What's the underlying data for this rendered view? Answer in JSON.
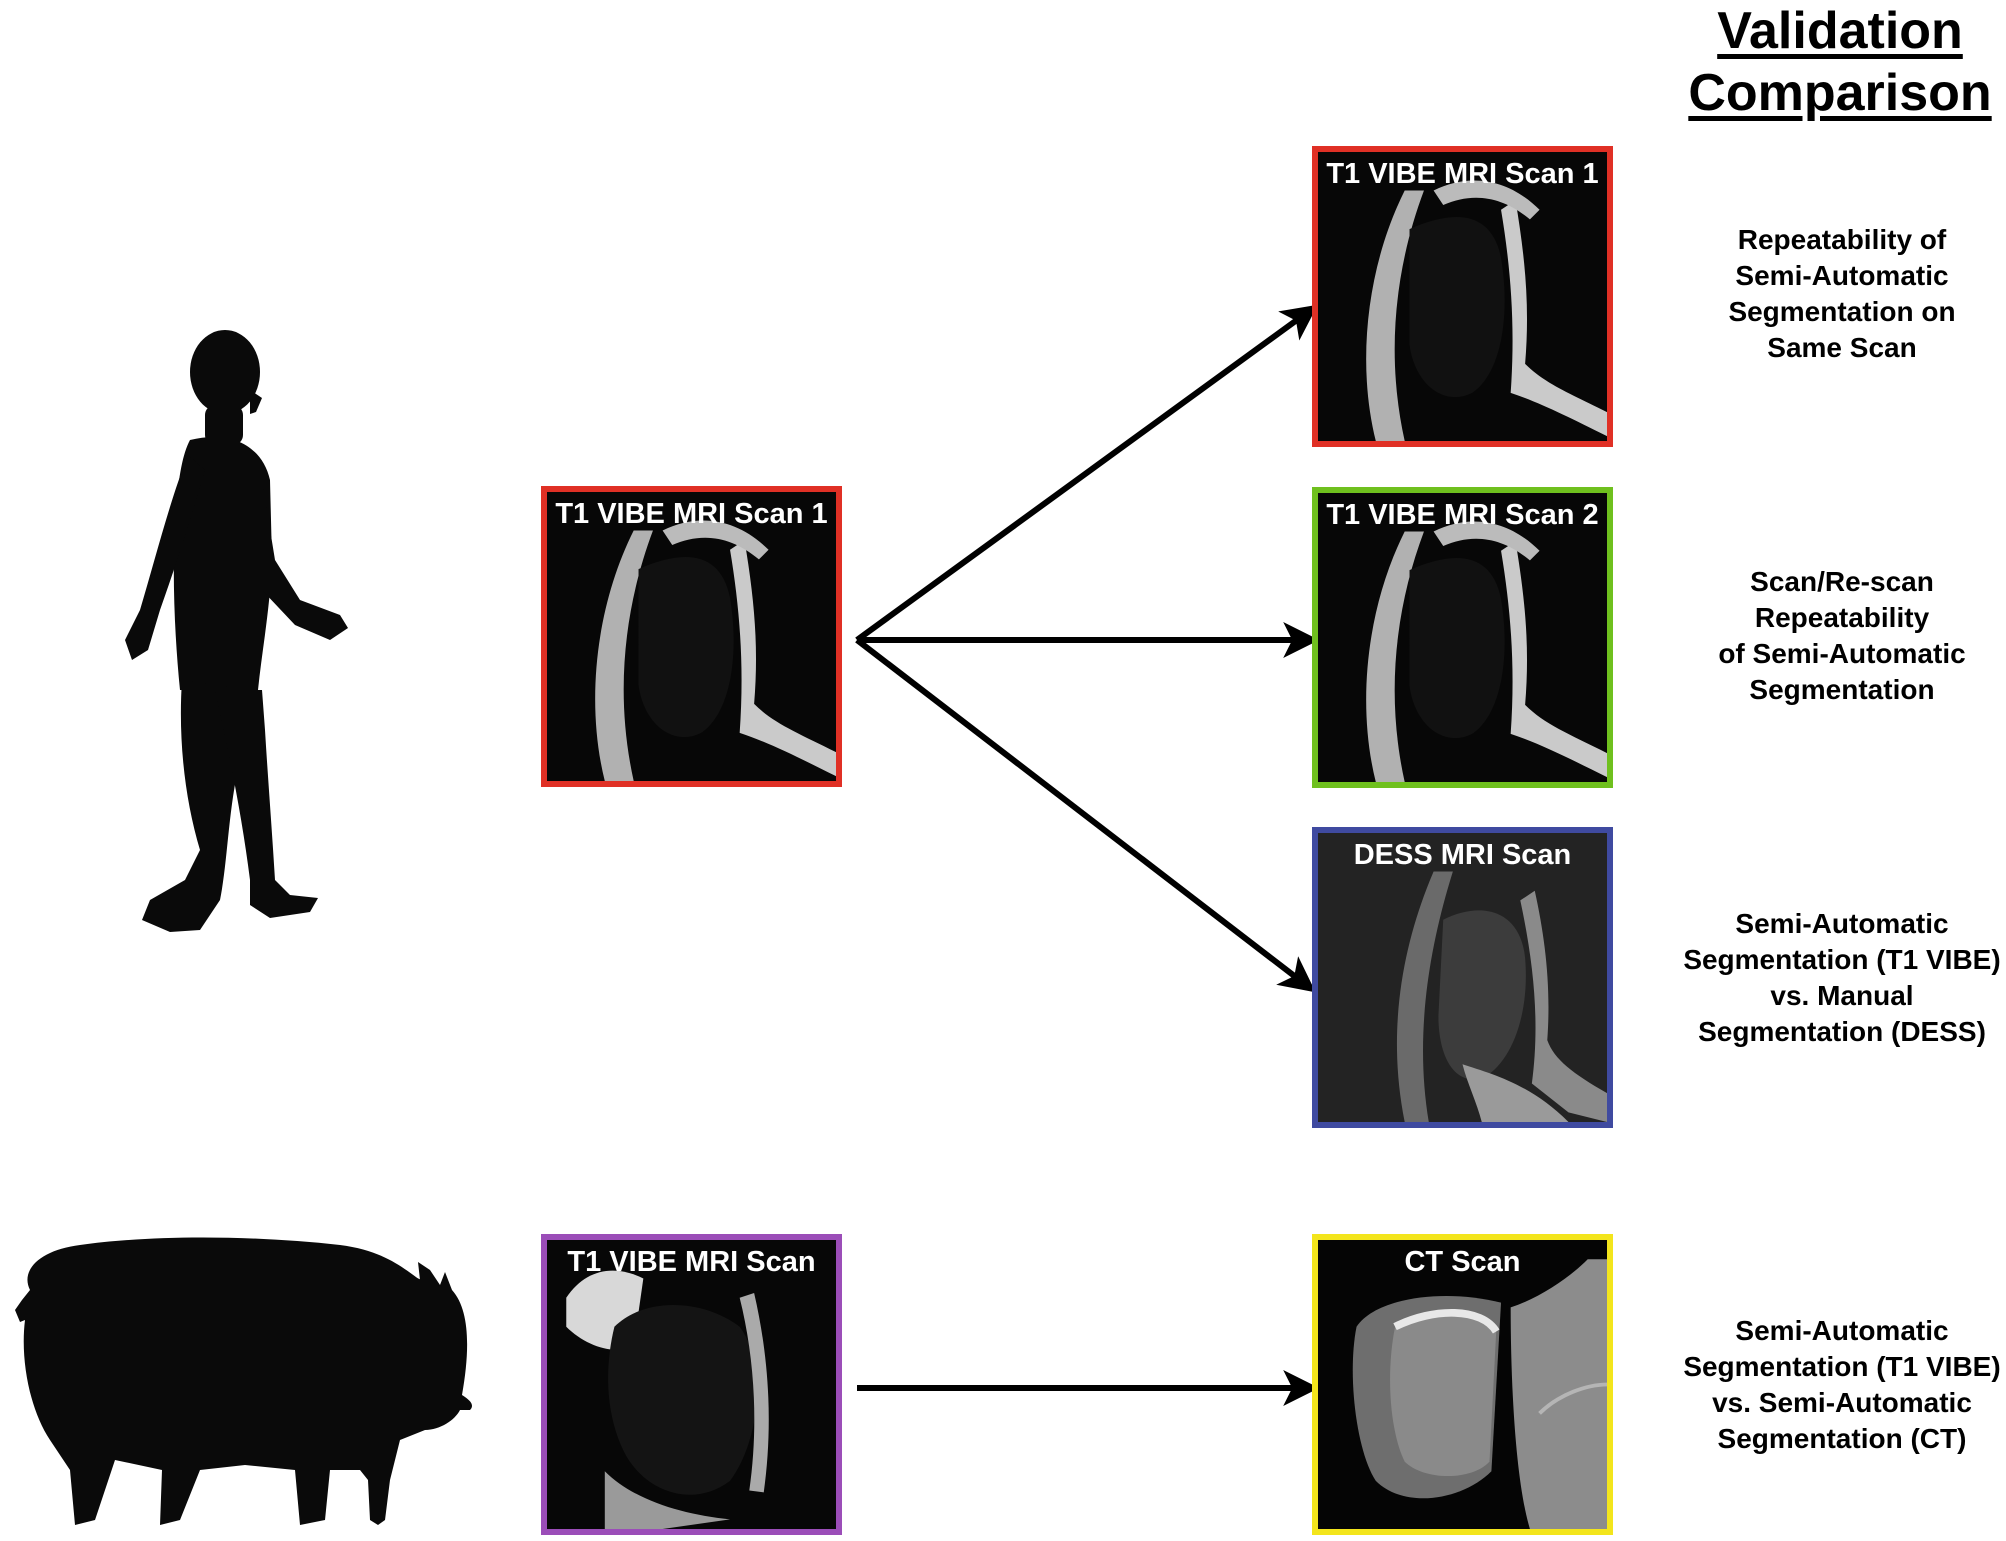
{
  "heading": {
    "line1": "Validation",
    "line2": "Comparison"
  },
  "colors": {
    "red": "#e03025",
    "green": "#6fc01e",
    "blue": "#3f4aa0",
    "purple": "#9b4db8",
    "yellow": "#f3e51c",
    "silhouette": "#0a0a0a",
    "arrow": "#000000"
  },
  "icons": {
    "human": "human-silhouette-icon",
    "pig": "pig-silhouette-icon"
  },
  "source_scan_human": {
    "label": "T1 VIBE MRI Scan 1",
    "border": "red"
  },
  "source_scan_pig": {
    "label": "T1 VIBE MRI Scan",
    "border": "purple"
  },
  "targets": [
    {
      "label": "T1 VIBE MRI Scan 1",
      "border": "red",
      "description": [
        "Repeatability of",
        "Semi-Automatic",
        "Segmentation on",
        "Same Scan"
      ]
    },
    {
      "label": "T1 VIBE MRI Scan 2",
      "border": "green",
      "description": [
        "Scan/Re-scan",
        "Repeatability",
        "of Semi-Automatic",
        "Segmentation"
      ]
    },
    {
      "label": "DESS MRI Scan",
      "border": "blue",
      "description": [
        "Semi-Automatic",
        "Segmentation (T1 VIBE)",
        "vs. Manual",
        "Segmentation (DESS)"
      ]
    },
    {
      "label": "CT Scan",
      "border": "yellow",
      "description": [
        "Semi-Automatic",
        "Segmentation (T1 VIBE)",
        "vs. Semi-Automatic",
        "Segmentation (CT)"
      ]
    }
  ]
}
